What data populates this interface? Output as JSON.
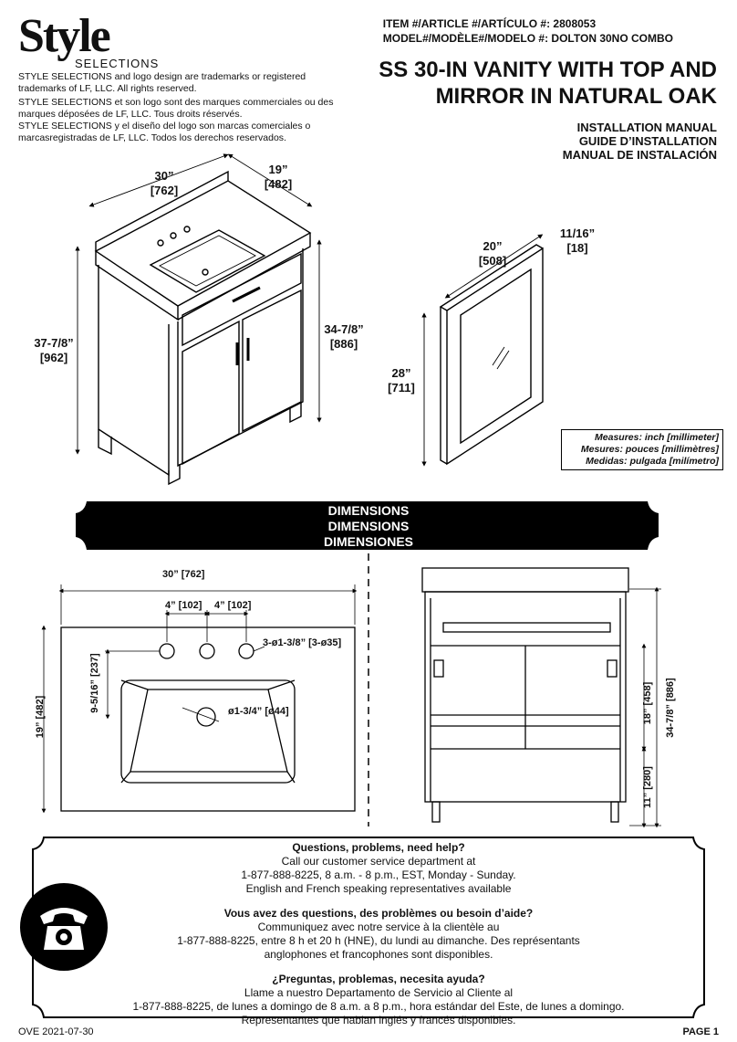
{
  "header": {
    "logo_main": "Style",
    "logo_sub": "SELECTIONS",
    "trademark_en": "STYLE SELECTIONS and logo design are trademarks or registered trademarks of LF, LLC. All rights reserved.",
    "trademark_fr": "STYLE SELECTIONS et son logo sont des marques commerciales ou des marques déposées de LF, LLC. Tous droits réservés.",
    "trademark_es": "STYLE SELECTIONS y el diseño del logo son marcas comerciales o marcasregistradas de LF, LLC. Todos los derechos reservados.",
    "item_line": "ITEM #/ARTICLE #/ARTÍCULO #: 2808053",
    "model_line": "MODEL#/MODÈLE#/MODELO #: DOLTON 30NO COMBO",
    "title_line1": "SS 30-IN VANITY WITH TOP AND",
    "title_line2": "MIRROR IN NATURAL OAK",
    "manual_en": "INSTALLATION MANUAL",
    "manual_fr": "GUIDE D’INSTALLATION",
    "manual_es": "MANUAL DE INSTALACIÓN"
  },
  "vanity_dims": {
    "width": "30”",
    "width_mm": "[762]",
    "depth": "19”",
    "depth_mm": "[482]",
    "height_total": "37-7/8”",
    "height_total_mm": "[962]",
    "height_cabinet": "34-7/8”",
    "height_cabinet_mm": "[886]"
  },
  "mirror_dims": {
    "width": "20”",
    "width_mm": "[508]",
    "thickness": "11/16”",
    "thickness_mm": "[18]",
    "height": "28”",
    "height_mm": "[711]"
  },
  "measures": {
    "en": "Measures: inch [millimeter]",
    "fr": "Mesures: pouces [millimètres]",
    "es": "Medidas: pulgada [milímetro]"
  },
  "banner": {
    "en": "DIMENSIONS",
    "fr": "DIMENSIONS",
    "es": "DIMENSIONES"
  },
  "top_view": {
    "width": "30” [762]",
    "hole_spacing_left": "4” [102]",
    "hole_spacing_right": "4” [102]",
    "holes": "3-ø1-3/8” [3-ø35]",
    "hole_to_drain": "9-5/16” [237]",
    "drain": "ø1-3/4” [ø44]",
    "depth": "19” [482]"
  },
  "front_view": {
    "inner_height": "18” [458]",
    "total_height": "34-7/8” [886]",
    "toe_height": "11” [280]"
  },
  "help": {
    "en_heading": "Questions, problems, need help?",
    "en_line1": "Call our customer service department at",
    "en_line2": "1-877-888-8225, 8 a.m. - 8 p.m., EST, Monday - Sunday.",
    "en_line3": "English and French speaking representatives available",
    "fr_heading": "Vous avez des questions, des problèmes ou besoin d’aide?",
    "fr_line1": "Communiquez avec notre service à la clientèle au",
    "fr_line2": "1-877-888-8225, entre 8 h et 20 h (HNE), du lundi au dimanche. Des représentants",
    "fr_line3": "anglophones et francophones sont disponibles.",
    "es_heading": "¿Preguntas, problemas, necesita ayuda?",
    "es_line1": "Llame a nuestro Departamento de Servicio al Cliente al",
    "es_line2": "1-877-888-8225, de lunes a domingo de 8 a.m. a 8 p.m., hora estándar del Este, de lunes a domingo.",
    "es_line3": "Representantes que hablan inglés y francés disponibles."
  },
  "footer": {
    "code": "OVE 2021-07-30",
    "page": "PAGE 1"
  }
}
